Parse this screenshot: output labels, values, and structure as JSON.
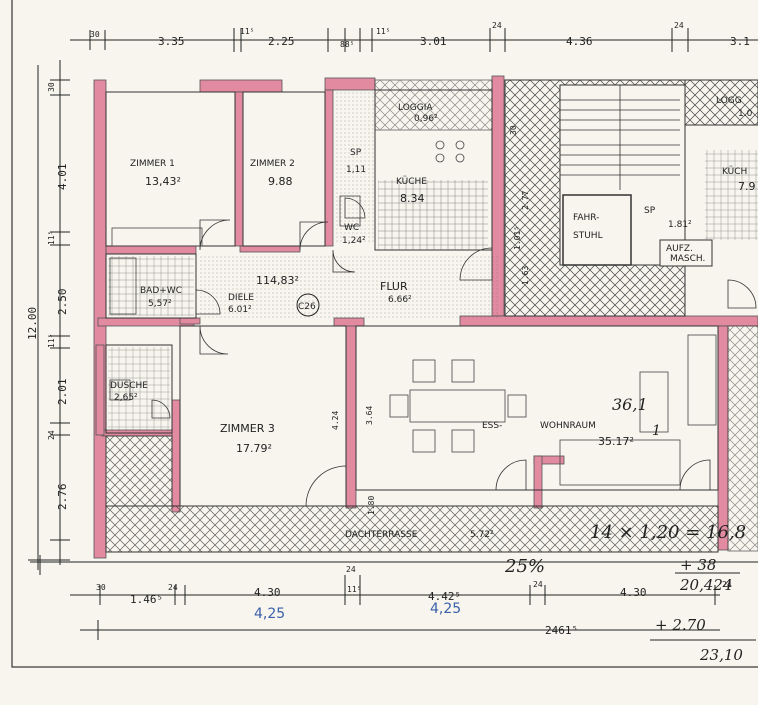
{
  "rooms": {
    "zimmer1": {
      "name": "ZIMMER 1",
      "area": "13,43²"
    },
    "zimmer2": {
      "name": "ZIMMER 2",
      "area": "9.88"
    },
    "wc": {
      "name": "WC",
      "area": "1,24²"
    },
    "sp_top": {
      "name": "SP",
      "area": "1,11"
    },
    "loggia": {
      "name": "LOGGIA",
      "area": "0,96²"
    },
    "kueche": {
      "name": "KÜCHE",
      "area": "8.34"
    },
    "bath": {
      "name": "BAD+WC",
      "area": "5,57²"
    },
    "diele": {
      "name": "DIELE",
      "area": "6.01²"
    },
    "flur": {
      "name": "FLUR",
      "area": "6.66²"
    },
    "total": {
      "value": "114,83²"
    },
    "dusche": {
      "name": "DUSCHE",
      "area": "2,65²"
    },
    "zimmer3": {
      "name": "ZIMMER 3",
      "area": "17.79²"
    },
    "ess": {
      "name": "ESS-",
      "name2": "WOHNRAUM",
      "area": "35.17²",
      "area2": "36,1"
    },
    "fahrstuhl": {
      "name": "FAHR-",
      "name2": "STUHL"
    },
    "sp_right": {
      "name": "SP",
      "area": "1.81²"
    },
    "aufzug": {
      "name": "AUFZ.",
      "name2": "MASCH."
    },
    "loggia_right": {
      "name": "LOGG",
      "area": "1.0"
    },
    "kueche_right": {
      "name": "KÜCH",
      "area": "7.9"
    },
    "terrasse": {
      "name": "DACHTERRASSE",
      "area": "5.72²"
    }
  },
  "dims_top": [
    "30",
    "3.35",
    "11⁵",
    "2.25",
    "88⁵",
    "11⁵",
    "3.01",
    "24",
    "4.36",
    "24",
    "3.1"
  ],
  "dims_left": [
    "30",
    "4.01",
    "11⁵",
    "2.50",
    "11⁵",
    "2.01",
    "24",
    "2.76",
    "12.00"
  ],
  "dims_bottom": [
    "30",
    "1.46⁵",
    "24",
    "4.30",
    "24",
    "11⁵",
    "4.42⁵",
    "24",
    "4.30",
    "24",
    "2461⁵"
  ],
  "dims_inner": [
    "4.24",
    "3.64",
    "1.80",
    "2.77",
    "30",
    "1.63",
    "1.01⁵"
  ],
  "blue_notes": [
    "4,25",
    "4,25"
  ],
  "handwritten": {
    "formula": "14 × 1,20 = 16,8",
    "pct": "25%",
    "calc1a": "+ 38",
    "calc1b": "20,424",
    "calc2a": "+ 2.70",
    "calc2b": "23,10",
    "c26": "C26",
    "n1": "1"
  }
}
